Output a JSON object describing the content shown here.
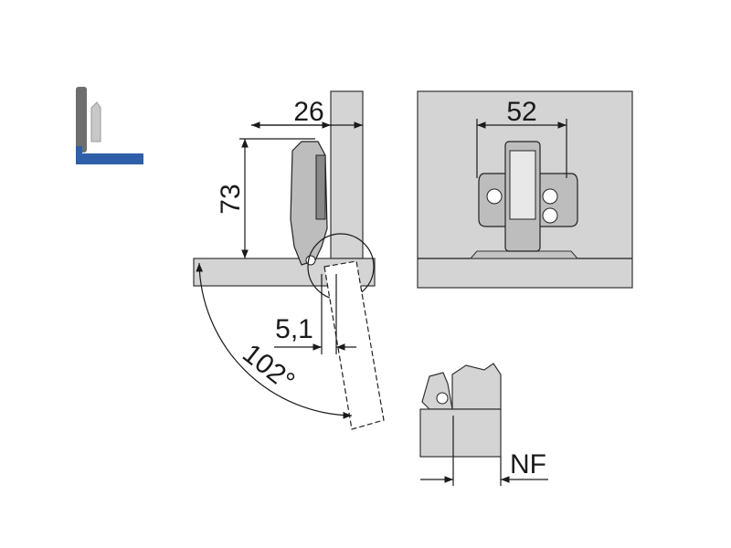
{
  "dimensions": {
    "cup_distance": "26",
    "height": "73",
    "plate_width": "52",
    "offset": "5,1",
    "opening_angle": "102°",
    "overlay_label": "NF"
  },
  "colors": {
    "accent": "#2f5fa8",
    "panel": "#d4d4d4",
    "hinge": "#bdbdbd"
  }
}
